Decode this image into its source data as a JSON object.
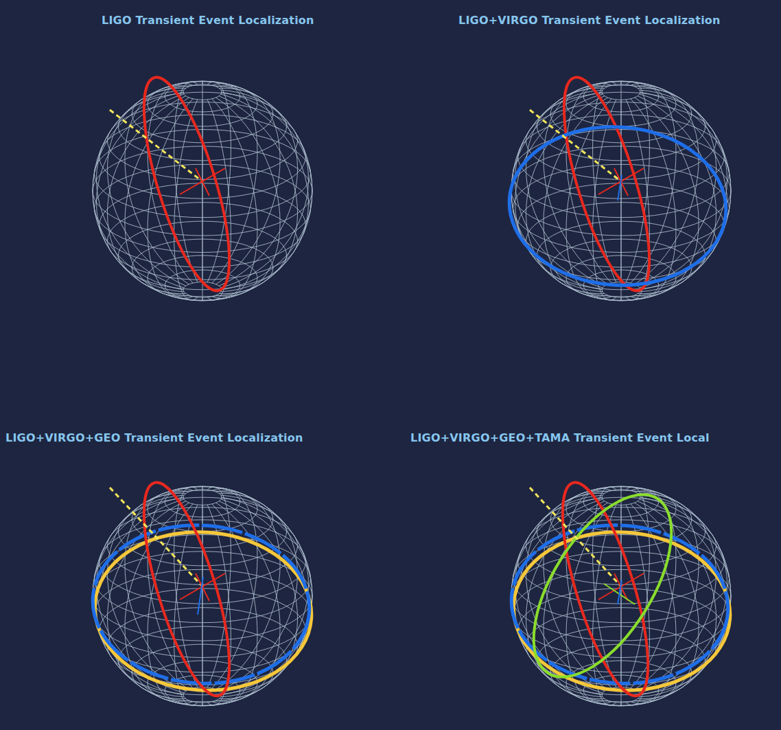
{
  "diagram": {
    "labels": [
      "LIGO Transient Event Localization",
      "LIGO+VIRGO Transient Event Localization",
      "LIGO+VIRGO+GEO Transient Event Localization",
      "LIGO+VIRGO+GEO+TAMA Transient Event Local"
    ]
  }
}
